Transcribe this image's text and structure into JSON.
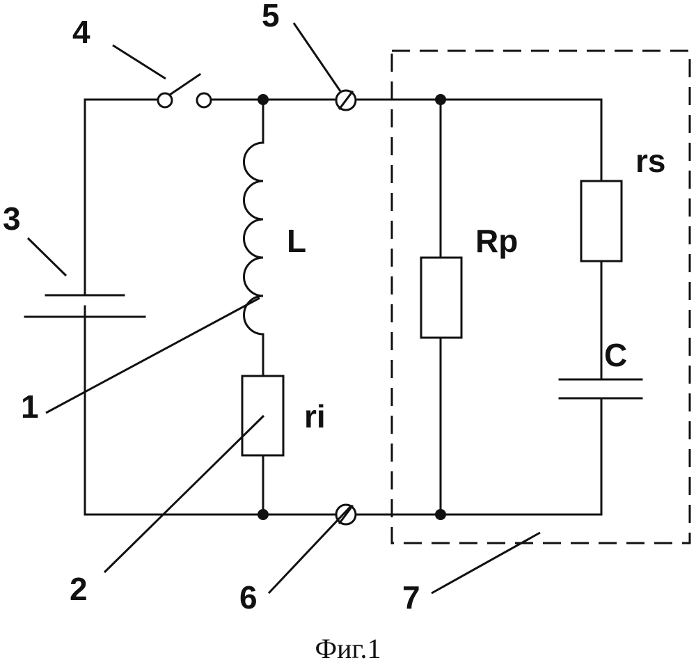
{
  "labels": {
    "inductor": "L",
    "inductor_resistance": "ri",
    "parallel_resistance": "Rp",
    "series_resistance": "rs",
    "capacitance": "C"
  },
  "callouts": {
    "inductor_coil": "1",
    "resistor_ri": "2",
    "battery": "3",
    "switch": "4",
    "terminal_top": "5",
    "terminal_bottom": "6",
    "load_block": "7"
  },
  "caption": "Фиг.1"
}
